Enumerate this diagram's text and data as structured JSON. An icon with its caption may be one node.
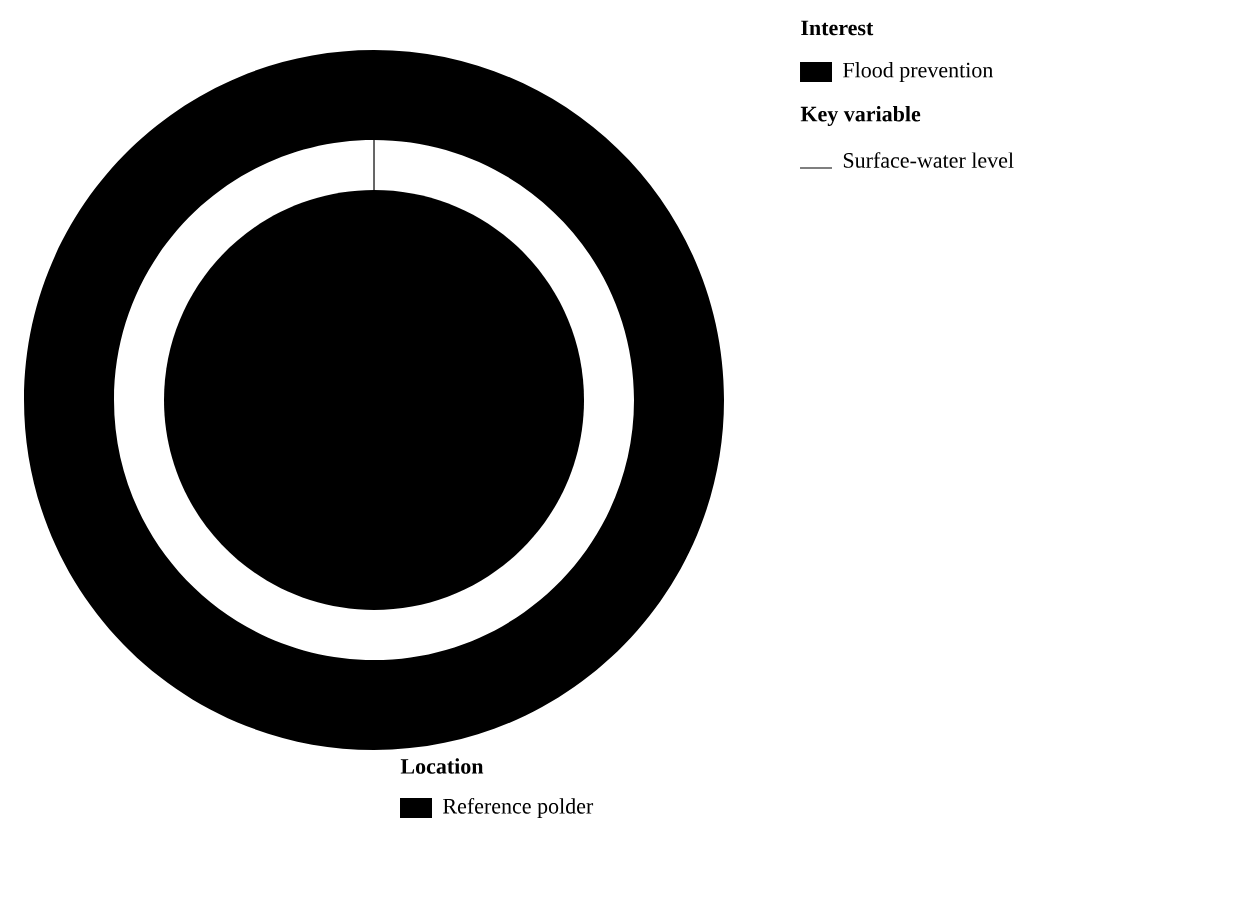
{
  "diagram": {
    "labels": [
      "Interest",
      "Key variable",
      "Location"
    ],
    "legend": [
      {
        "text": "Flood prevention",
        "color": "#000000"
      },
      {
        "text": "Surface-water level"
      },
      {
        "text": "Reference polder",
        "color": "#000000"
      }
    ]
  }
}
